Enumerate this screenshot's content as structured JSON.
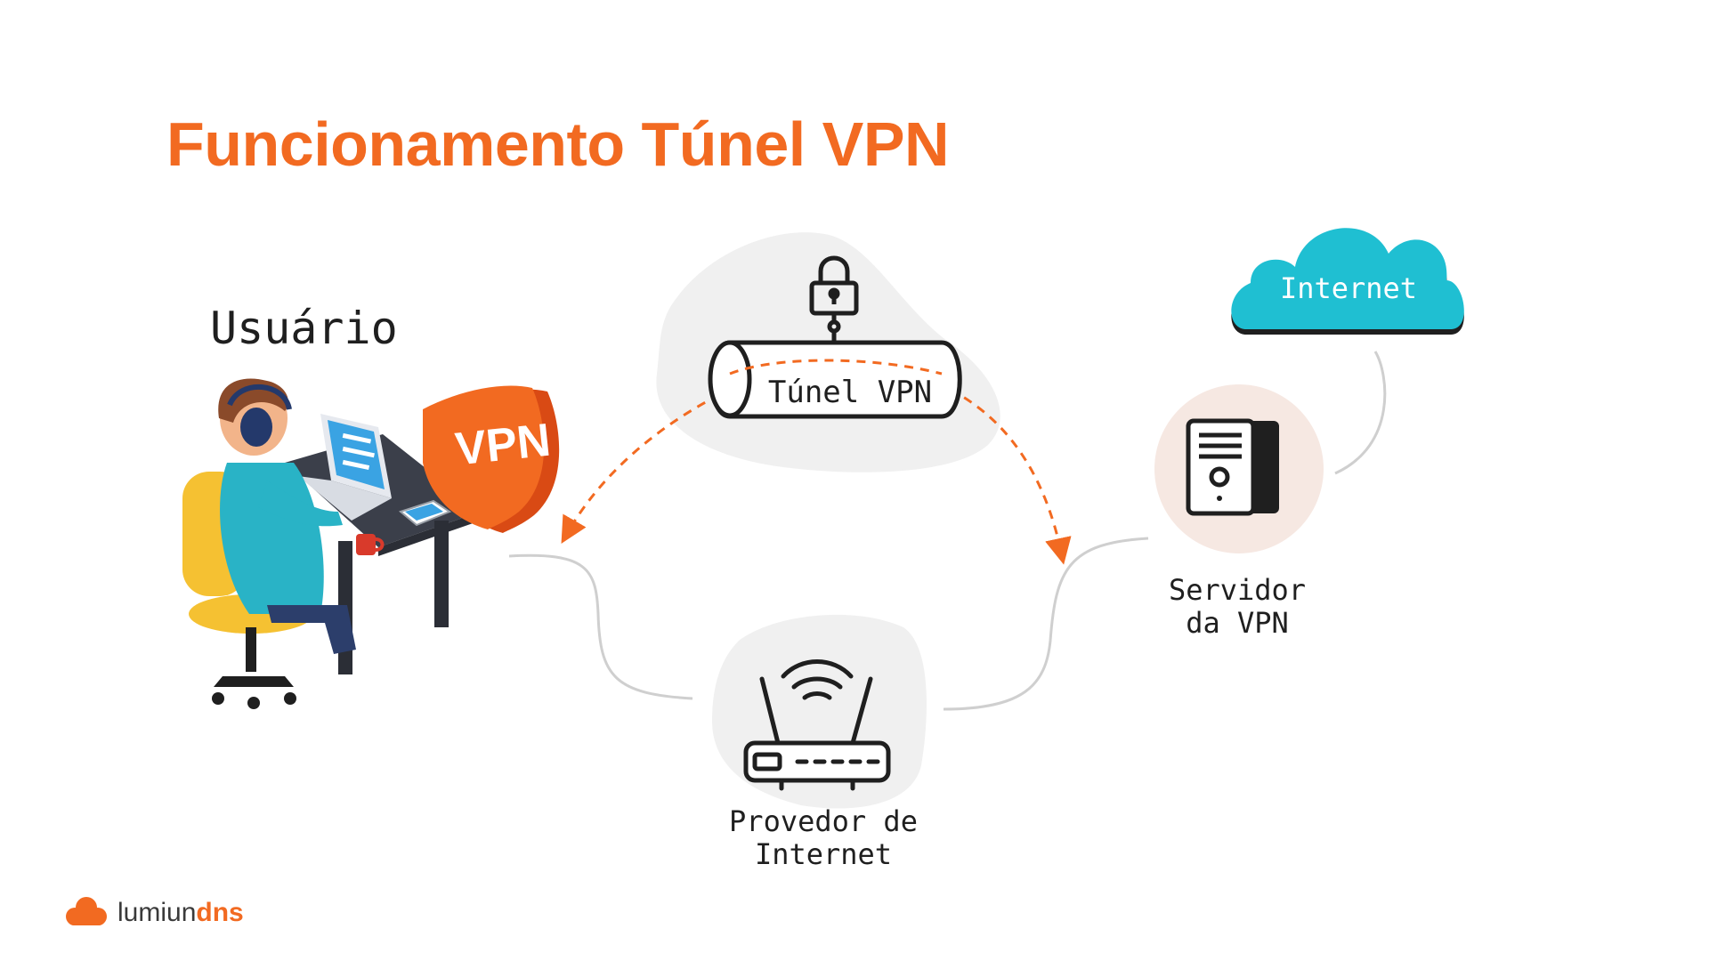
{
  "title": "Funcionamento Túnel VPN",
  "nodes": {
    "user": "Usuário",
    "tunnel": "Túnel VPN",
    "internet": "Internet",
    "server_line1": "Servidor",
    "server_line2": "da VPN",
    "isp_line1": "Provedor de",
    "isp_line2": "Internet",
    "shield": "VPN"
  },
  "logo": {
    "part1": "lumiun",
    "part2": "dns"
  },
  "colors": {
    "accent": "#f26a21",
    "cloud": "#1fbfd2",
    "connector": "#cfcfcf",
    "blob": "#f0f0f0",
    "server_circle": "#f6e8e2"
  },
  "icons": [
    "lock-icon",
    "tunnel-icon",
    "cloud-icon",
    "server-icon",
    "router-icon",
    "wifi-icon",
    "shield-icon",
    "user-illustration"
  ]
}
